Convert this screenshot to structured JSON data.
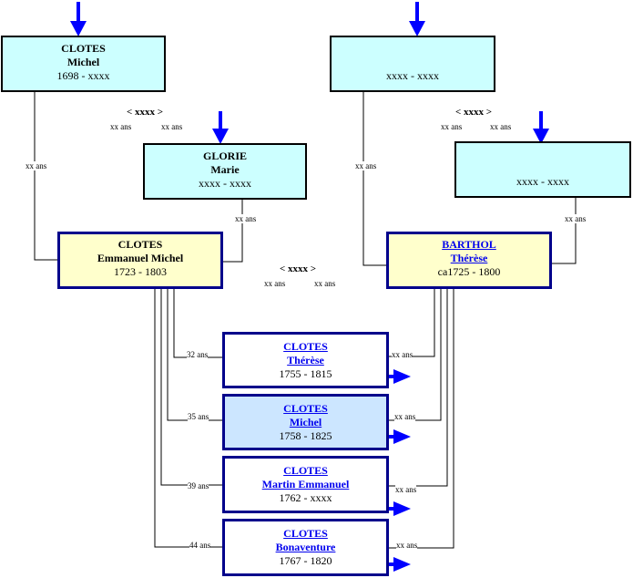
{
  "paternal_grandfather": {
    "surname": "CLOTES",
    "given": "Michel",
    "dates": "1698 - xxxx"
  },
  "paternal_grandmother": {
    "surname": "GLORIE",
    "given": "Marie",
    "dates": "xxxx - xxxx"
  },
  "maternal_grandfather": {
    "surname": "",
    "given": "",
    "dates": "xxxx - xxxx"
  },
  "maternal_grandmother": {
    "surname": "",
    "given": "",
    "dates": "xxxx - xxxx"
  },
  "father": {
    "surname": "CLOTES",
    "given": "Emmanuel Michel",
    "dates": "1723 - 1803"
  },
  "mother": {
    "surname": "BARTHOL",
    "given": "Thérèse",
    "dates": "ca1725 - 1800"
  },
  "marriages": {
    "paternal": {
      "date": "< xxxx >",
      "age_husband": "xx ans",
      "age_wife": "xx ans"
    },
    "maternal": {
      "date": "< xxxx >",
      "age_husband": "xx ans",
      "age_wife": "xx ans"
    },
    "parents": {
      "date": "< xxxx >",
      "age_husband": "xx ans",
      "age_wife": "xx ans"
    }
  },
  "parent_ages": {
    "paternal_grandfather": "xx ans",
    "paternal_grandmother": "xx ans",
    "maternal_grandfather": "xx ans",
    "maternal_grandmother": "xx ans"
  },
  "children": [
    {
      "surname": "CLOTES",
      "given": "Thérèse",
      "dates": "1755 - 1815",
      "father_age": "32 ans",
      "mother_age": "xx ans"
    },
    {
      "surname": "CLOTES",
      "given": "Michel",
      "dates": "1758 - 1825",
      "father_age": "35 ans",
      "mother_age": "xx ans"
    },
    {
      "surname": "CLOTES",
      "given": "Martin Emmanuel",
      "dates": "1762 - xxxx",
      "father_age": "39 ans",
      "mother_age": "xx ans"
    },
    {
      "surname": "CLOTES",
      "given": "Bonaventure",
      "dates": "1767 - 1820",
      "father_age": "44 ans",
      "mother_age": "xx ans"
    }
  ],
  "colors": {
    "arrow": "#0000ff",
    "ancestor_bg": "#ccffff",
    "parent_bg": "#ffffcc",
    "highlight_bg": "#cce6ff",
    "border_blue": "#00008b"
  }
}
